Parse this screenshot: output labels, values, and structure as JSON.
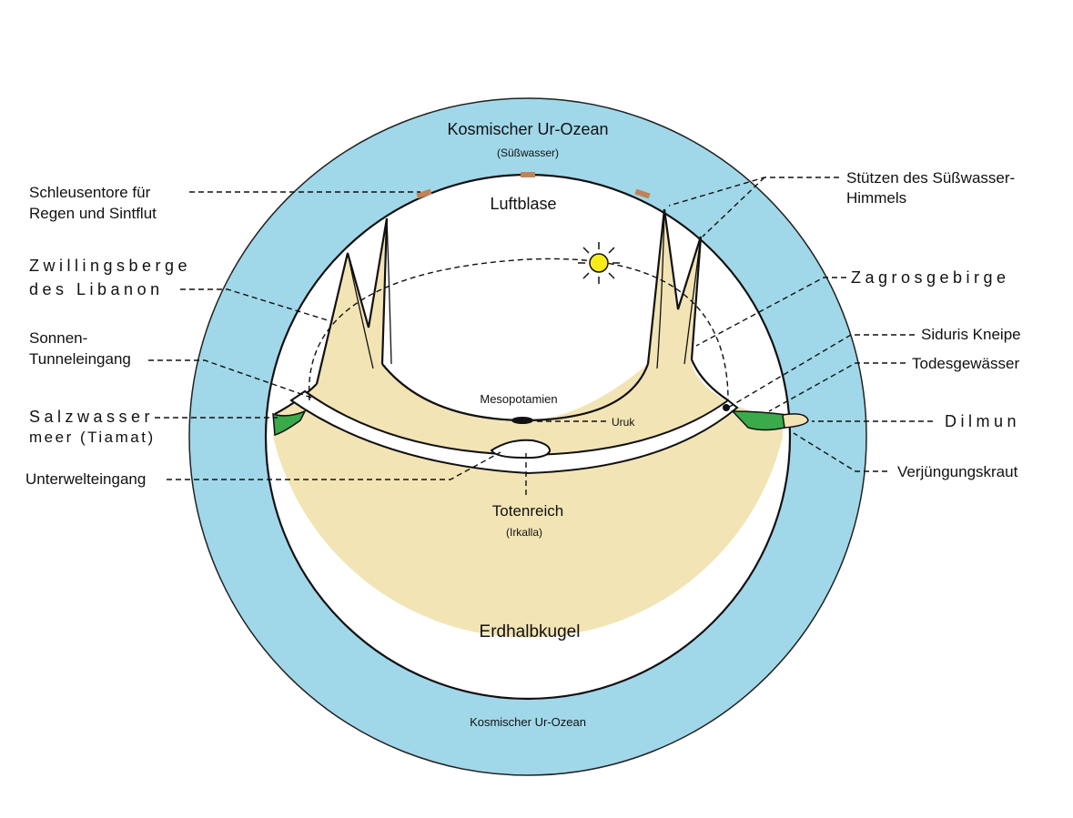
{
  "colors": {
    "ocean": "#a0d8e9",
    "earth": "#f2e4b5",
    "air": "#ffffff",
    "salt_water": "#3aaa4a",
    "sluice_gate": "#c0825a",
    "sun": "#f7ec16",
    "line": "#111111"
  },
  "labels": {
    "ocean_top": "Kosmischer Ur-Ozean",
    "ocean_top_sub": "(Süßwasser)",
    "ocean_bottom": "Kosmischer Ur-Ozean",
    "air_bubble": "Luftblase",
    "mesopotamia": "Mesopotamien",
    "uruk": "Uruk",
    "underworld": "Totenreich",
    "underworld_sub": "(Irkalla)",
    "earth": "Erdhalbkugel",
    "sluice_gates": [
      "Schleusentore für",
      "Regen und Sintflut"
    ],
    "twin_mountains": [
      "Zwillingsberge",
      "des Libanon"
    ],
    "sun_tunnel": [
      "Sonnen-",
      "Tunneleingang"
    ],
    "salt_sea": [
      "Salzwasser",
      "meer (Tiamat)"
    ],
    "underworld_entrance": "Unterwelteingang",
    "pillars": [
      "Stützen des Süßwasser-",
      "Himmels"
    ],
    "zagros": "Zagrosgebirge",
    "siduri": "Siduris Kneipe",
    "death_waters": "Todesgewässer",
    "dilmun": "Dilmun",
    "herb": "Verjüngungskraut"
  },
  "icons": [
    "sun-icon"
  ]
}
